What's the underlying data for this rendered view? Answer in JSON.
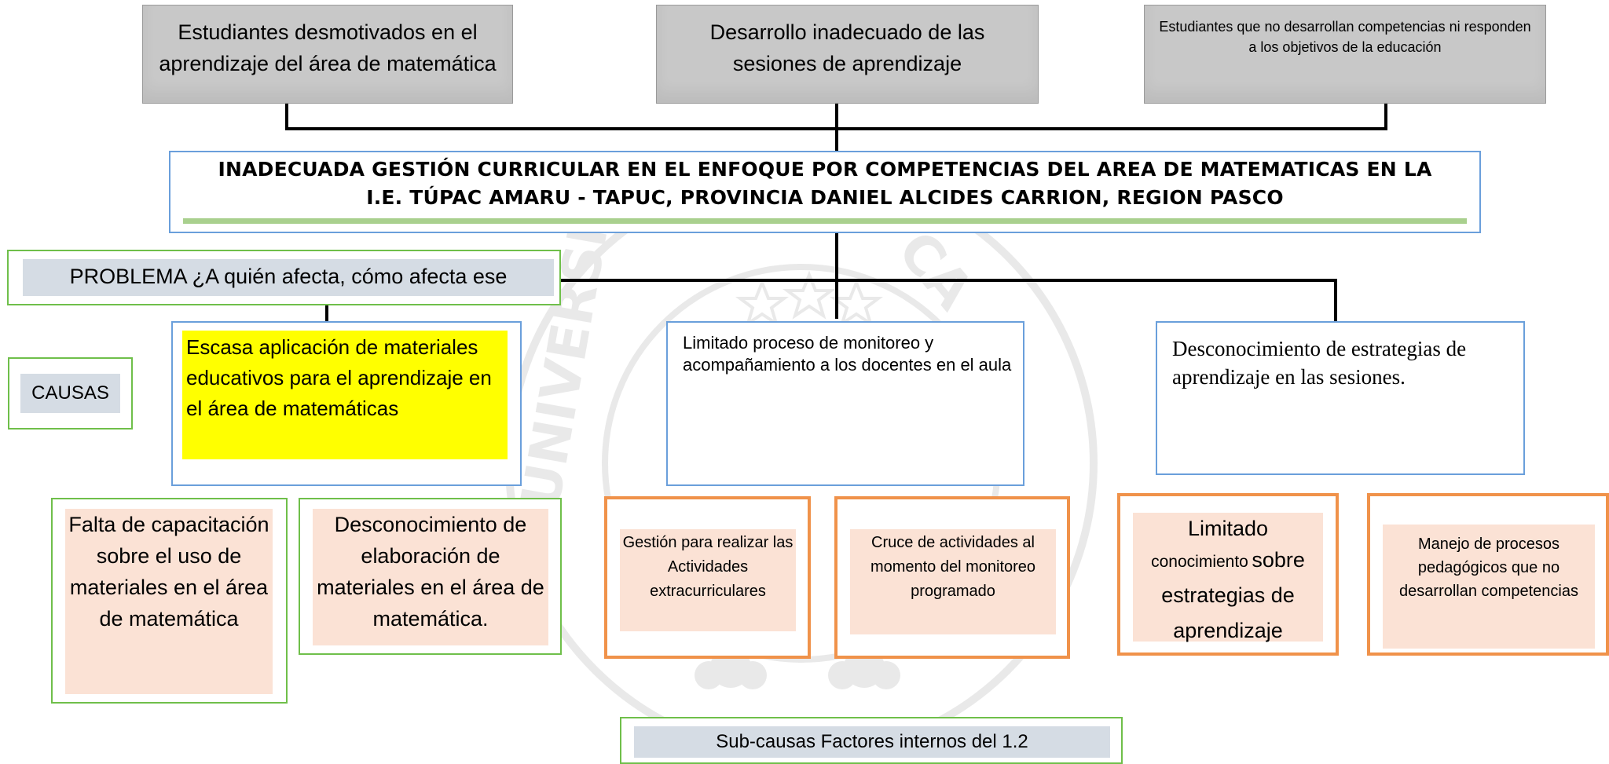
{
  "effects": {
    "e1": "Estudiantes desmotivados en el aprendizaje del área de matemática",
    "e2": "Desarrollo inadecuado de las sesiones de aprendizaje",
    "e3": "Estudiantes que no desarrollan competencias ni responden a los objetivos de la educación"
  },
  "problem": {
    "line1": "INADECUADA GESTIÓN CURRICULAR EN EL ENFOQUE POR COMPETENCIAS DEL AREA DE MATEMATICAS EN LA",
    "line2": "I.E. TÚPAC AMARU - TAPUC, PROVINCIA DANIEL ALCIDES CARRION, REGION PASCO"
  },
  "labels": {
    "problema": "PROBLEMA ¿A quién afecta, cómo afecta ese",
    "causas": "CAUSAS",
    "subcausas": "Sub-causas Factores internos del 1.2"
  },
  "causes": {
    "c1": "Escasa  aplicación de materiales educativos para el aprendizaje en el área de matemáticas",
    "c2": "Limitado proceso de monitoreo y acompañamiento a los docentes en el  aula",
    "c3": "Desconocimiento de estrategias de aprendizaje en las sesiones."
  },
  "subcauses": {
    "s1": "Falta de capacitación sobre el uso de materiales en el área de matemática",
    "s2": "Desconocimiento de elaboración de materiales en el área de matemática.",
    "s3": "Gestión para realizar las Actividades extracurriculares",
    "s4": "Cruce de actividades al momento del monitoreo programado",
    "s5a": "Limitado",
    "s5b": "conocimiento",
    "s5c": "sobre estrategias de aprendizaje",
    "s6": "Manejo de procesos pedagógicos que no desarrollan competencias"
  },
  "colors": {
    "effect_bg": "#c8c8c8",
    "problem_border": "#6a9fdb",
    "problem_underline": "#a9d08e",
    "green_border": "#6fbf4a",
    "orange_border": "#f0924a",
    "subcause_fill": "#fbe2d5",
    "highlight": "#ffff00",
    "tag_bg": "#d5dce4"
  },
  "watermark": "university-seal"
}
